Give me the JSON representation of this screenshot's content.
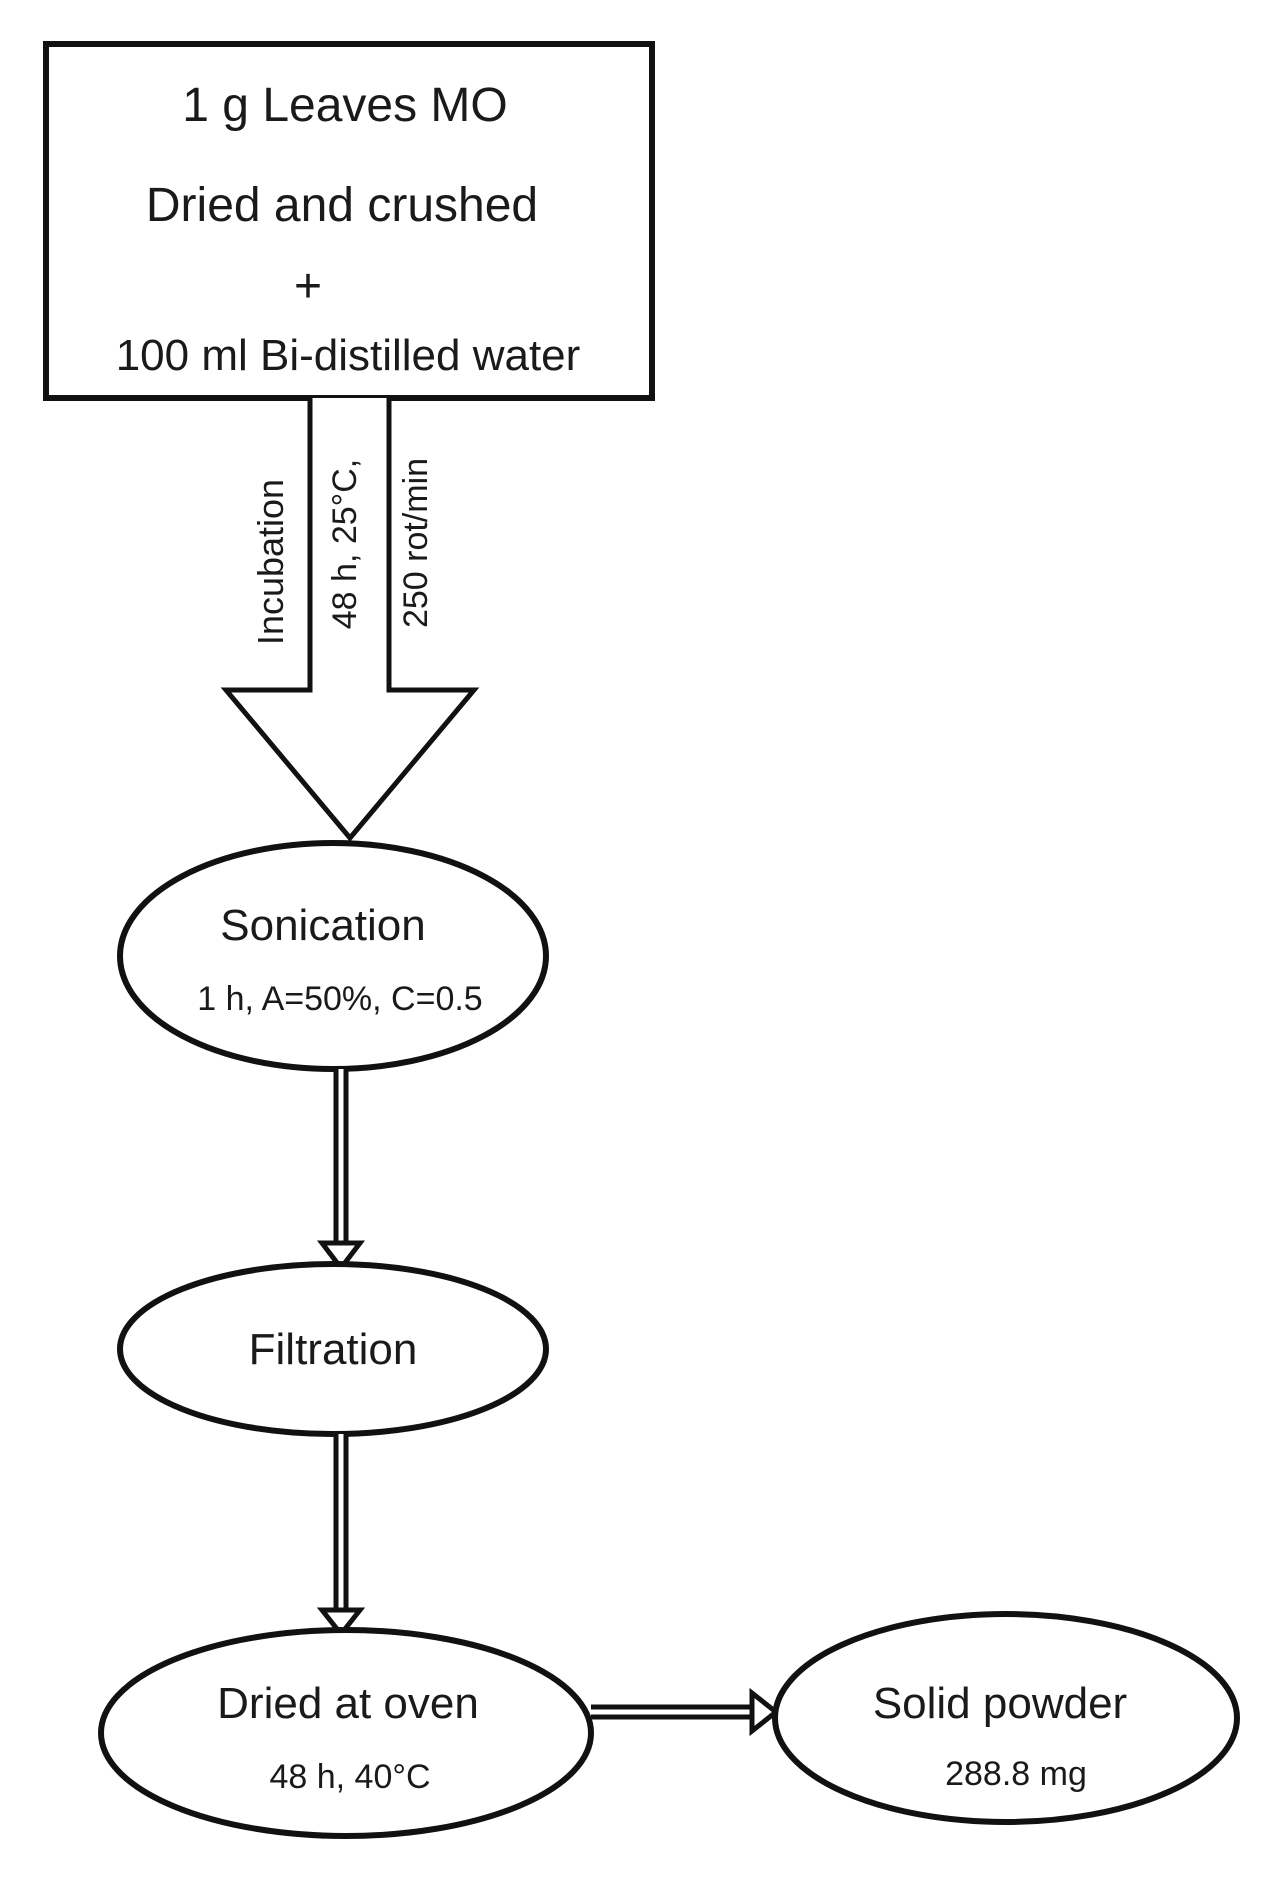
{
  "start_box": {
    "line1": "1 g Leaves MO",
    "line2": "Dried and crushed",
    "plus": "+",
    "line3": "100 ml Bi-distilled water"
  },
  "incubation_arrow": {
    "label": "Incubation",
    "condition1": "48 h, 25°C,",
    "condition2": "250 rot/min"
  },
  "sonication": {
    "title": "Sonication",
    "details": "1 h,  A=50%, C=0.5"
  },
  "filtration": {
    "title": "Filtration"
  },
  "drying": {
    "title": "Dried at oven",
    "details": "48 h, 40°C"
  },
  "product": {
    "title": "Solid powder",
    "details": "288.8 mg"
  }
}
